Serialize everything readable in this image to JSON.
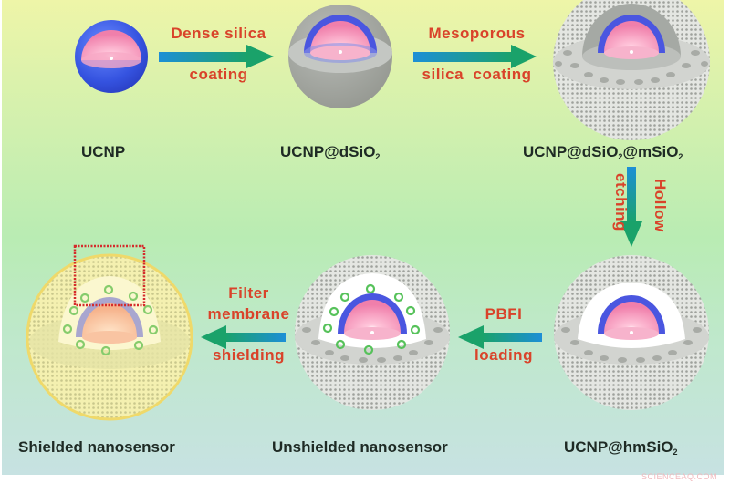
{
  "diagram": {
    "title": "UCNP nanosensor fabrication scheme",
    "colors": {
      "step_text": "#d9432a",
      "label_text": "#1e2a24",
      "arrow_start": "#1d8fd6",
      "arrow_end": "#1aa26a",
      "core_pink": "#f48fb3",
      "shell_blue": "#4a56e0",
      "dense_silica": "#a9ada9",
      "filter_membrane": "#f1e98a",
      "pbfi_dye": "#57c25b"
    },
    "nodes": [
      {
        "id": "ucnp",
        "label": "UCNP",
        "label_sub": "",
        "label_tail": ""
      },
      {
        "id": "ucnp-dsio2",
        "label": "UCNP@dSiO",
        "label_sub": "2",
        "label_tail": ""
      },
      {
        "id": "ucnp-dsio2-msio2",
        "label": "UCNP@dSiO",
        "label_sub": "2",
        "label_tail": "@mSiO",
        "label_sub2": "2"
      },
      {
        "id": "ucnp-hmsio2",
        "label": "UCNP@hmSiO",
        "label_sub": "2",
        "label_tail": ""
      },
      {
        "id": "unshielded",
        "label": "Unshielded nanosensor",
        "label_sub": "",
        "label_tail": ""
      },
      {
        "id": "shielded",
        "label": "Shielded nanosensor",
        "label_sub": "",
        "label_tail": ""
      }
    ],
    "steps": [
      {
        "from": "ucnp",
        "to": "ucnp-dsio2",
        "line1": "Dense silica",
        "line2": "coating",
        "direction": "right"
      },
      {
        "from": "ucnp-dsio2",
        "to": "ucnp-dsio2-msio2",
        "line1": "Mesoporous",
        "line2": "silica  coating",
        "direction": "right"
      },
      {
        "from": "ucnp-dsio2-msio2",
        "to": "ucnp-hmsio2",
        "line1": "Hollow",
        "line2": "etching",
        "direction": "down"
      },
      {
        "from": "ucnp-hmsio2",
        "to": "unshielded",
        "line1": "PBFI",
        "line2": "loading",
        "direction": "left"
      },
      {
        "from": "unshielded",
        "to": "shielded",
        "line1": "Filter",
        "line1b": "membrane",
        "line2": "shielding",
        "direction": "left"
      }
    ],
    "watermark": "SCIENCEAQ.COM"
  }
}
